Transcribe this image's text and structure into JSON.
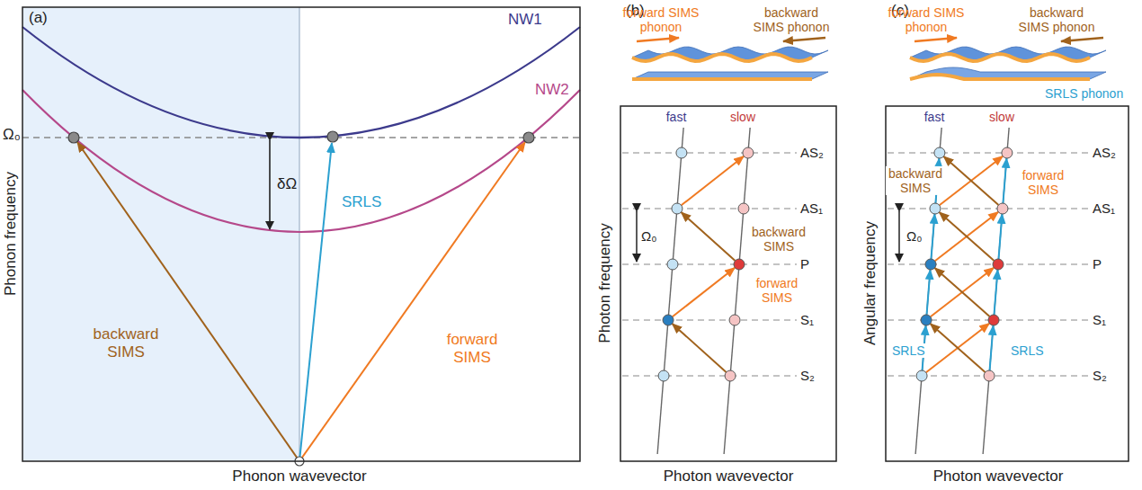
{
  "diagram": {
    "labels": [
      "(a)",
      "NW1",
      "NW2",
      "Ω₀",
      "δΩ",
      "SRLS",
      "backward SIMS",
      "forward SIMS",
      "Phonon frequency",
      "Phonon wavevector",
      "(b)",
      "forward SIMS phonon",
      "backward SIMS phonon",
      "fast",
      "slow",
      "AS₂",
      "AS₁",
      "P",
      "S₁",
      "S₂",
      "Ω₀",
      "backward SIMS",
      "forward SIMS",
      "Photon frequency",
      "Photon wavevector",
      "(c)",
      "forward SIMS phonon",
      "backward SIMS phonon",
      "SRLS phonon",
      "fast",
      "slow",
      "AS₂",
      "AS₁",
      "P",
      "S₁",
      "S₂",
      "Ω₀",
      "backward SIMS",
      "forward SIMS",
      "SRLS",
      "SRLS",
      "Angular frequency",
      "Photon wavevector"
    ]
  }
}
